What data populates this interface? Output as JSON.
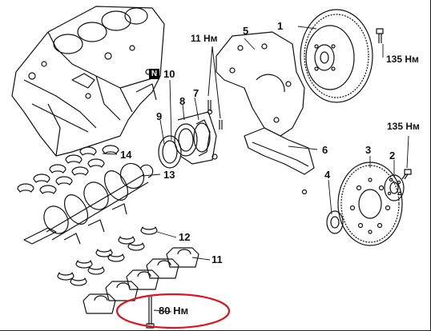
{
  "callouts": {
    "c1": "1",
    "c2": "2",
    "c3": "3",
    "c4": "4",
    "c5": "5",
    "c6": "6",
    "c7": "7",
    "c8": "8",
    "c9": "9",
    "c10": "10",
    "c11": "11",
    "c12": "12",
    "c13": "13",
    "c14": "14",
    "n_marker": "N"
  },
  "torques": {
    "t_top_bolt": "11 Нм",
    "t_flywheel_bolt": "135 Нм",
    "t_plate_bolt": "135 Нм",
    "t_main_cap_bolt": "80 Нм"
  },
  "colors": {
    "ink": "#111111",
    "highlight": "#e0141e"
  }
}
